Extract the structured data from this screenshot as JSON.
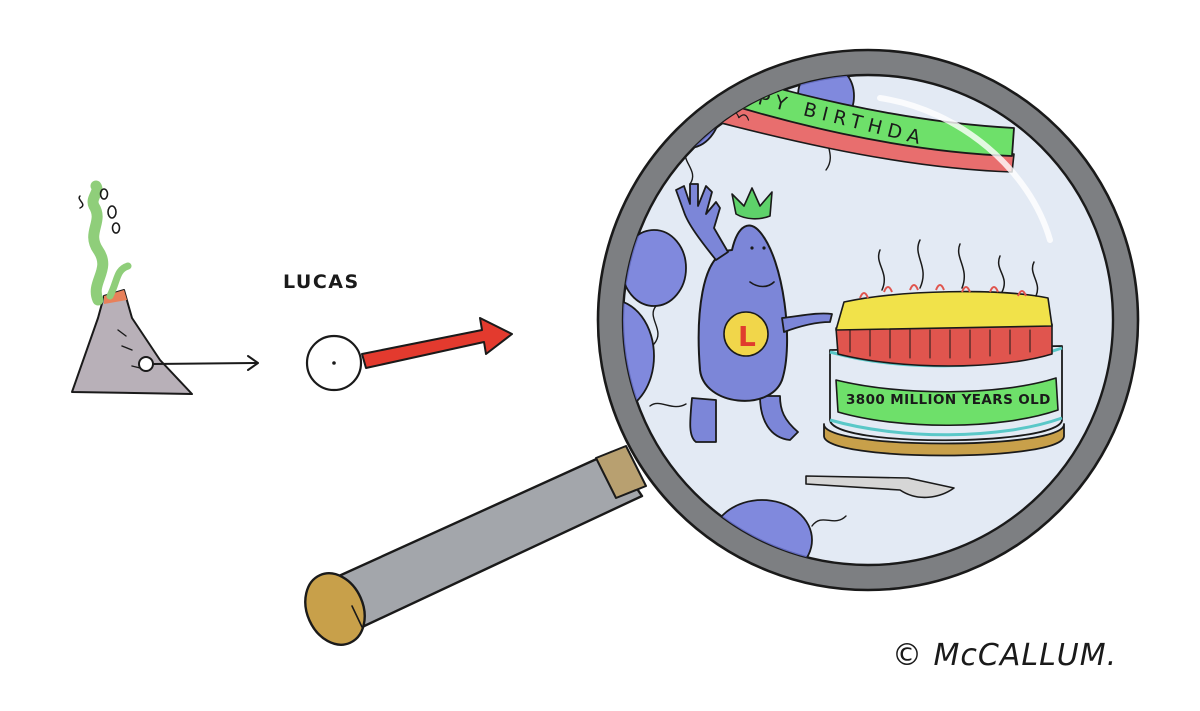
{
  "label_lucas": "LUCAS",
  "banner_text": "HAPPY BIRTHDA",
  "cake_text": "3800 MILLION YEARS OLD",
  "badge_letter": "L",
  "signature": "© McCALLUM.",
  "colors": {
    "lens_tint": "#e3eaf4",
    "balloon": "#6e78d8",
    "character": "#7c86d8",
    "banner_green": "#6ee06a",
    "banner_red": "#e86e6e",
    "arrow_red": "#e33a2e",
    "handle_gray": "#a3a6ab",
    "handle_cap": "#c8a04a",
    "volcano": "#b8b0b8",
    "smoke_green": "#8fce7a",
    "crown_green": "#5ed26a",
    "badge_yellow": "#f1d64a",
    "cake_red": "#e0554e",
    "flame_yellow": "#f1e24a"
  },
  "icons": [
    "volcano-icon",
    "vent-circle-icon",
    "lucas-cell-icon",
    "magnifying-glass-icon",
    "balloon-icon",
    "crown-icon",
    "cake-icon",
    "cake-server-icon",
    "copyright-icon"
  ]
}
